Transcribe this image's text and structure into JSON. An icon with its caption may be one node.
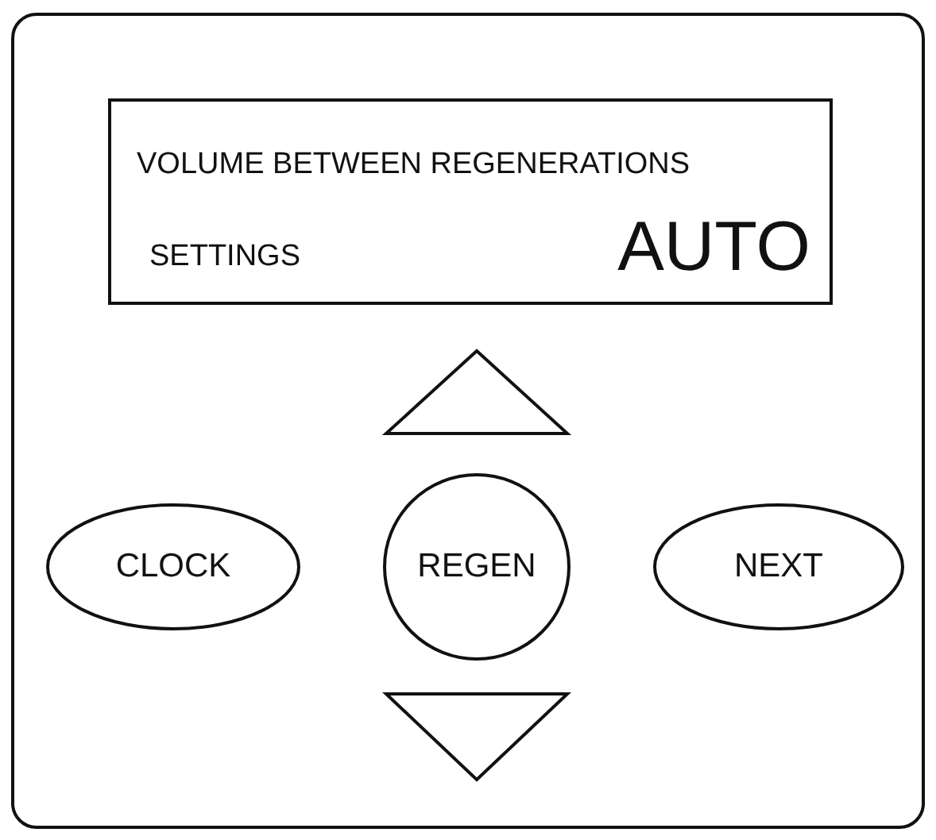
{
  "diagram": {
    "nodes": [
      {
        "text": [],
        "shape": "box"
      },
      {
        "text": [
          "VOLUME BETWEEN REGENERATIONS",
          "SETTINGS",
          "AUTO"
        ],
        "in": 0
      },
      {
        "text": [],
        "shape": "triangle",
        "in": 0
      },
      {
        "text": [
          "CLOCK"
        ],
        "in": 0
      },
      {
        "text": [
          "REGEN"
        ],
        "in": 0
      },
      {
        "text": [
          "NEXT"
        ],
        "in": 0
      },
      {
        "text": [],
        "shape": "triangle",
        "in": 0
      }
    ]
  }
}
